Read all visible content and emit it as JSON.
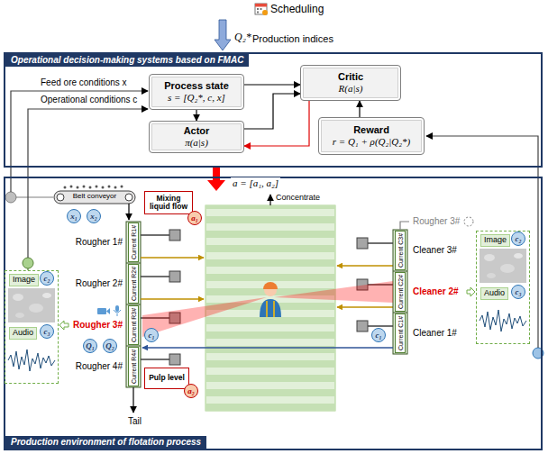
{
  "diagram": {
    "nodes": [
      {
        "text": [
          "Operational decision-making systems based on FMAC"
        ]
      },
      {
        "text": [
          "Process state",
          "s = [Q₂*, c, x]"
        ],
        "in": 0
      },
      {
        "text": [
          "Critic",
          "R(a|s)"
        ],
        "in": 0
      },
      {
        "text": [
          "Actor",
          "π(a|s)"
        ],
        "in": 0
      },
      {
        "text": [
          "Reward",
          "r = Q₁ + ρ(Q₂|Q₂*)"
        ],
        "in": 0
      },
      {
        "text": [
          "Production environment of flotation process"
        ]
      },
      {
        "text": [
          "Mixing liquid flow"
        ],
        "in": 5
      },
      {
        "text": [
          "a₁"
        ],
        "in": 5
      },
      {
        "text": [
          "Pulp level"
        ],
        "in": 5
      },
      {
        "text": [
          "a₂"
        ],
        "in": 5
      },
      {
        "text": [
          "x₁"
        ],
        "in": 5
      },
      {
        "text": [
          "x₂"
        ],
        "in": 5
      },
      {
        "text": [
          "Current R1#"
        ],
        "in": 5
      },
      {
        "text": [
          "Current R2#"
        ],
        "in": 5
      },
      {
        "text": [
          "Current R3#"
        ],
        "in": 5
      },
      {
        "text": [
          "Current R4#"
        ],
        "in": 5
      },
      {
        "text": [
          "Current C3#"
        ],
        "in": 5
      },
      {
        "text": [
          "Current C2#"
        ],
        "in": 5
      },
      {
        "text": [
          "Current C1#"
        ],
        "in": 5
      },
      {
        "text": [
          "c₁"
        ],
        "in": 5
      },
      {
        "text": [
          "Q₁"
        ],
        "in": 5
      },
      {
        "text": [
          "Q₂"
        ],
        "in": 5
      },
      {
        "text": [
          "c₁"
        ],
        "in": 5
      },
      {
        "text": [
          "Image",
          "Audio"
        ],
        "in": 5
      },
      {
        "text": [
          "c₂"
        ],
        "in": 23
      },
      {
        "text": [
          "c₃"
        ],
        "in": 23
      },
      {
        "text": [
          "Image",
          "Audio"
        ],
        "in": 5
      },
      {
        "text": [
          "c₂"
        ],
        "in": 26
      },
      {
        "text": [
          "c₃"
        ],
        "in": 26
      }
    ],
    "edges": [
      {
        "from": 1,
        "to": 2,
        "arrow": "to"
      },
      {
        "from": 1,
        "to": 3,
        "arrow": "to"
      },
      {
        "from": 3,
        "to": 2,
        "arrow": "to"
      },
      {
        "from": 2,
        "to": 3,
        "arrow": "to"
      },
      {
        "from": 4,
        "to": 2,
        "arrow": "to"
      }
    ],
    "labels": [
      "Scheduling",
      "Q₂*",
      "Production indices",
      "Feed ore conditions x",
      "Operational conditions c",
      "a = [a₁, a₂]",
      "Belt conveyor",
      "Concentrate",
      "Rougher 3#",
      "Rougher 1#",
      "Rougher 2#",
      "Rougher 3#",
      "Rougher 4#",
      "Cleaner 3#",
      "Cleaner 2#",
      "Cleaner 1#",
      "Tail"
    ]
  }
}
